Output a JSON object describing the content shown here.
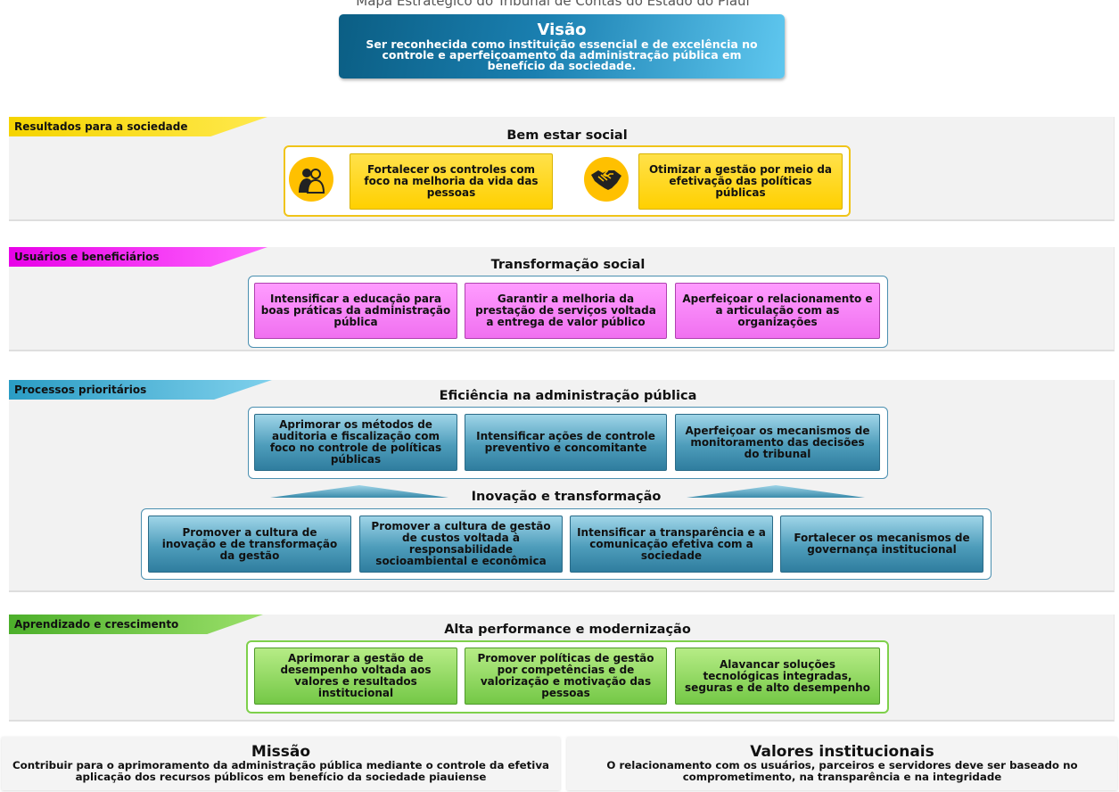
{
  "top_cut_text": "Mapa Estratégico do Tribunal de Contas do Estado do Piauí",
  "visao": {
    "title": "Visão",
    "text": "Ser reconhecida como instituição essencial e de excelência no controle e aperfeiçoamento da administração pública em benefício da sociedade."
  },
  "resultados": {
    "tag": "Resultados para a sociedade",
    "group": "Bem estar social",
    "icons": [
      "people-icon",
      "handshake-icon"
    ],
    "boxes": [
      "Fortalecer os controles com foco na melhoria da vida das pessoas",
      "Otimizar a gestão por meio da efetivação das políticas públicas"
    ]
  },
  "usuarios": {
    "tag": "Usuários e beneficiários",
    "group": "Transformação social",
    "boxes": [
      "Intensificar a educação para boas práticas da administração pública",
      "Garantir a melhoria da prestação de serviços voltada a entrega de valor público",
      "Aperfeiçoar o relacionamento e a articulação com as organizações"
    ]
  },
  "processos": {
    "tag": "Processos prioritários",
    "group1": "Eficiência na administração pública",
    "boxes1": [
      "Aprimorar os métodos de auditoria e fiscalização com foco no controle de políticas públicas",
      "Intensificar ações de controle preventivo e concomitante",
      "Aperfeiçoar os mecanismos de monitoramento das decisões do tribunal"
    ],
    "group2": "Inovação e transformação",
    "boxes2": [
      "Promover a cultura de inovação e de transformação da gestão",
      "Promover a cultura de gestão de custos voltada à responsabilidade socioambiental e econômica",
      "Intensificar a transparência e a comunicação efetiva com a sociedade",
      "Fortalecer os mecanismos de governança institucional"
    ]
  },
  "aprendizado": {
    "tag": "Aprendizado e crescimento",
    "group": "Alta performance e modernização",
    "boxes": [
      "Aprimorar a gestão de desempenho voltada aos valores e resultados institucional",
      "Promover políticas de gestão por competências e de valorização e motivação das pessoas",
      "Alavancar soluções tecnológicas integradas, seguras e de alto desempenho"
    ]
  },
  "missao": {
    "title": "Missão",
    "text": "Contribuir para o aprimoramento da administração pública mediante o controle da efetiva aplicação dos recursos públicos em benefício da sociedade piauiense"
  },
  "valores": {
    "title": "Valores institucionais",
    "text": "O relacionamento com os usuários, parceiros e servidores deve ser baseado no comprometimento, na transparência e na integridade"
  },
  "colors": {
    "resultados": "#f5d400",
    "usuarios": "#e800e8",
    "processos": "#2a9cc4",
    "aprendizado": "#4caf2a",
    "visao": "#0b5e84"
  }
}
